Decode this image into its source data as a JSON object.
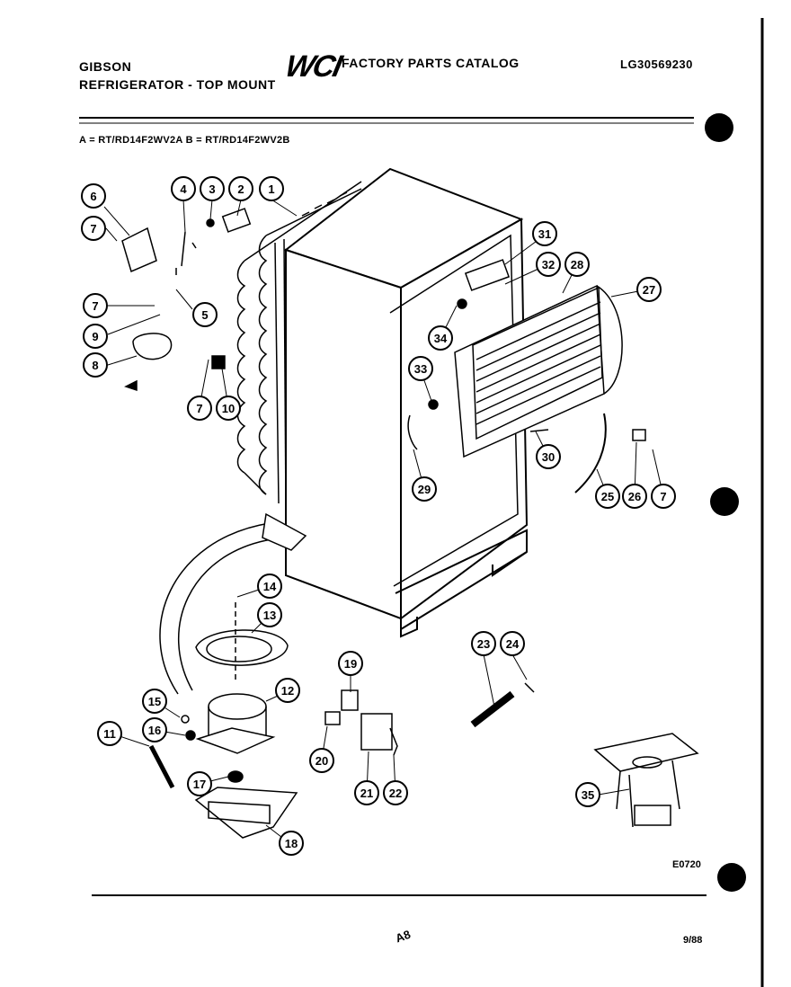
{
  "header": {
    "brand": "GIBSON",
    "product": "REFRIGERATOR - TOP MOUNT",
    "logo": "WCI",
    "catalog_title": "FACTORY PARTS CATALOG",
    "catalog_number": "LG30569230"
  },
  "models_line": "A = RT/RD14F2WV2A    B = RT/RD14F2WV2B",
  "callouts": [
    "1",
    "2",
    "3",
    "4",
    "5",
    "6",
    "7",
    "7",
    "7",
    "7",
    "8",
    "9",
    "10",
    "11",
    "12",
    "13",
    "14",
    "15",
    "16",
    "17",
    "18",
    "19",
    "20",
    "21",
    "22",
    "23",
    "24",
    "25",
    "26",
    "27",
    "28",
    "29",
    "30",
    "31",
    "32",
    "33",
    "34",
    "35"
  ],
  "footer": {
    "diagram_code": "E0720",
    "page": "A8",
    "date": "9/88"
  }
}
